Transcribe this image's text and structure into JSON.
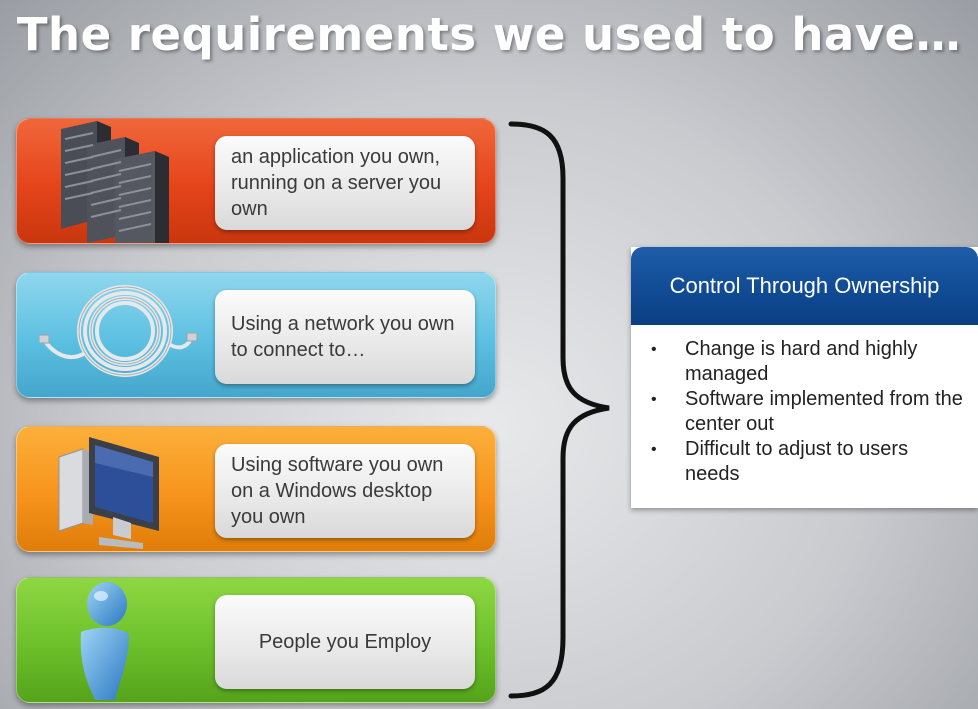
{
  "title": "The requirements we used to have…",
  "rows": [
    {
      "text": "an application you own, running on a server you own",
      "icon": "server-rack-icon",
      "color": "#e5441a"
    },
    {
      "text": "Using a network you own to connect to…",
      "icon": "network-cable-icon",
      "color": "#5cc0e2"
    },
    {
      "text": "Using software you own on a Windows desktop you own",
      "icon": "desktop-computer-icon",
      "color": "#f7941d"
    },
    {
      "text": "People you Employ",
      "icon": "person-icon",
      "color": "#6cc02a"
    }
  ],
  "panel": {
    "heading": "Control Through Ownership",
    "bullets": [
      "Change is hard and highly managed",
      "Software implemented from the center out",
      "Difficult to adjust to users needs"
    ],
    "heading_color": "#0f4a93"
  }
}
